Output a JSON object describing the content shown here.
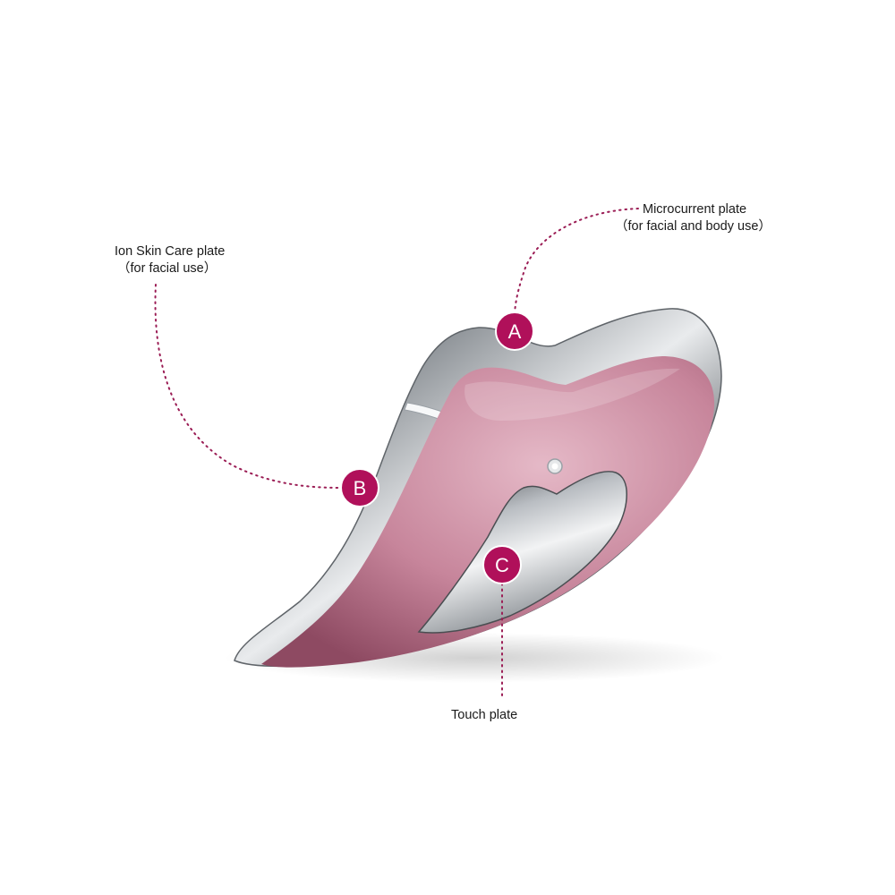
{
  "colors": {
    "marker": "#b0105a",
    "leader_line": "#9b1d55",
    "body_pink": "#c9899f",
    "chrome": "#9ea3a8"
  },
  "parts": [
    {
      "marker": "A",
      "title": "Microcurrent plate",
      "subtitle": "（for facial and body use）"
    },
    {
      "marker": "B",
      "title": "Ion Skin Care plate",
      "subtitle": "（for facial use）"
    },
    {
      "marker": "C",
      "title": "Touch plate",
      "subtitle": ""
    }
  ]
}
